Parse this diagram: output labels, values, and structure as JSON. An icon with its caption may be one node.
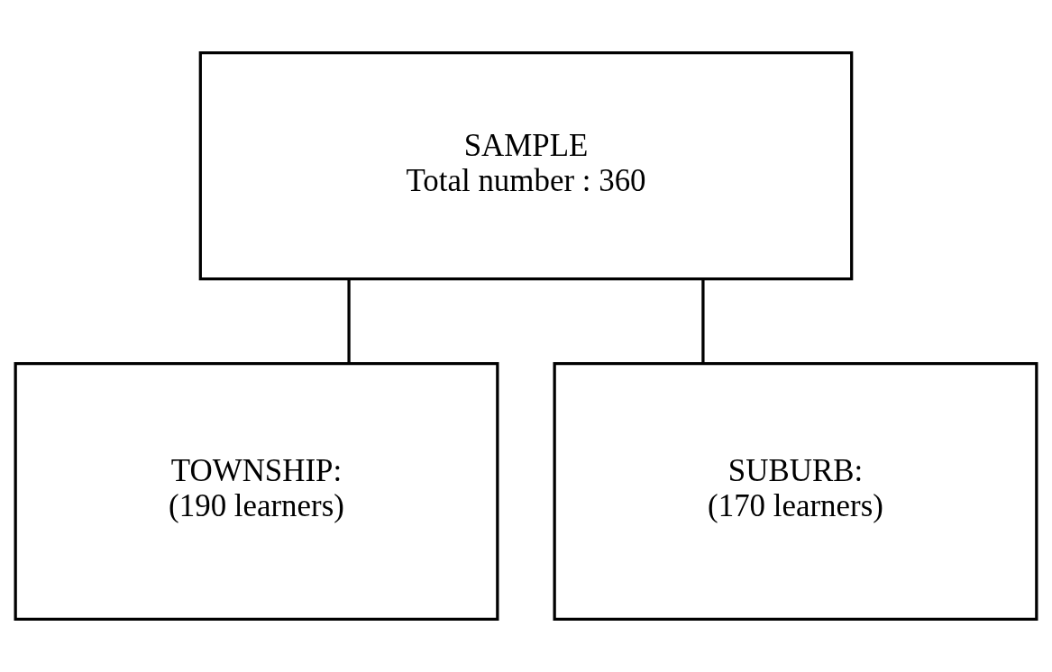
{
  "diagram": {
    "nodes": [
      {
        "text": [
          "SAMPLE",
          "Total number : 360"
        ]
      },
      {
        "text": [
          "TOWNSHIP:",
          "(190 learners)"
        ]
      },
      {
        "text": [
          "SUBURB:",
          "(170 learners)"
        ]
      }
    ],
    "edges": [
      {
        "from": 0,
        "to": 1,
        "arrow": "none"
      },
      {
        "from": 0,
        "to": 2,
        "arrow": "none"
      }
    ]
  }
}
